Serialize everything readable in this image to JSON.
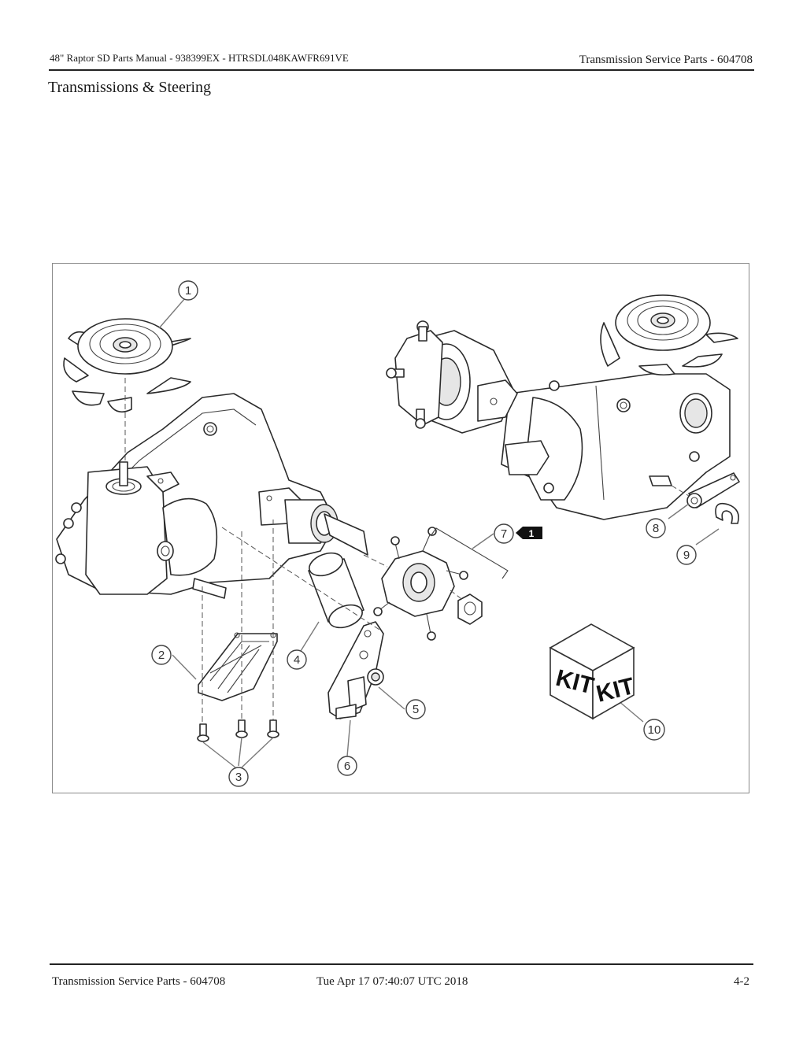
{
  "header": {
    "left": "48\" Raptor SD Parts Manual - 938399EX - HTRSDL048KAWFR691VE",
    "right": "Transmission Service Parts - 604708"
  },
  "section_title": "Transmissions & Steering",
  "figure": {
    "callouts": [
      "1",
      "2",
      "3",
      "4",
      "5",
      "6",
      "7",
      "8",
      "9",
      "10"
    ],
    "badge": "1",
    "kit_labels": [
      "KIT",
      "KIT"
    ]
  },
  "footer": {
    "left": "Transmission Service Parts - 604708",
    "center": "Tue Apr 17 07:40:07 UTC 2018",
    "right": "4-2"
  }
}
